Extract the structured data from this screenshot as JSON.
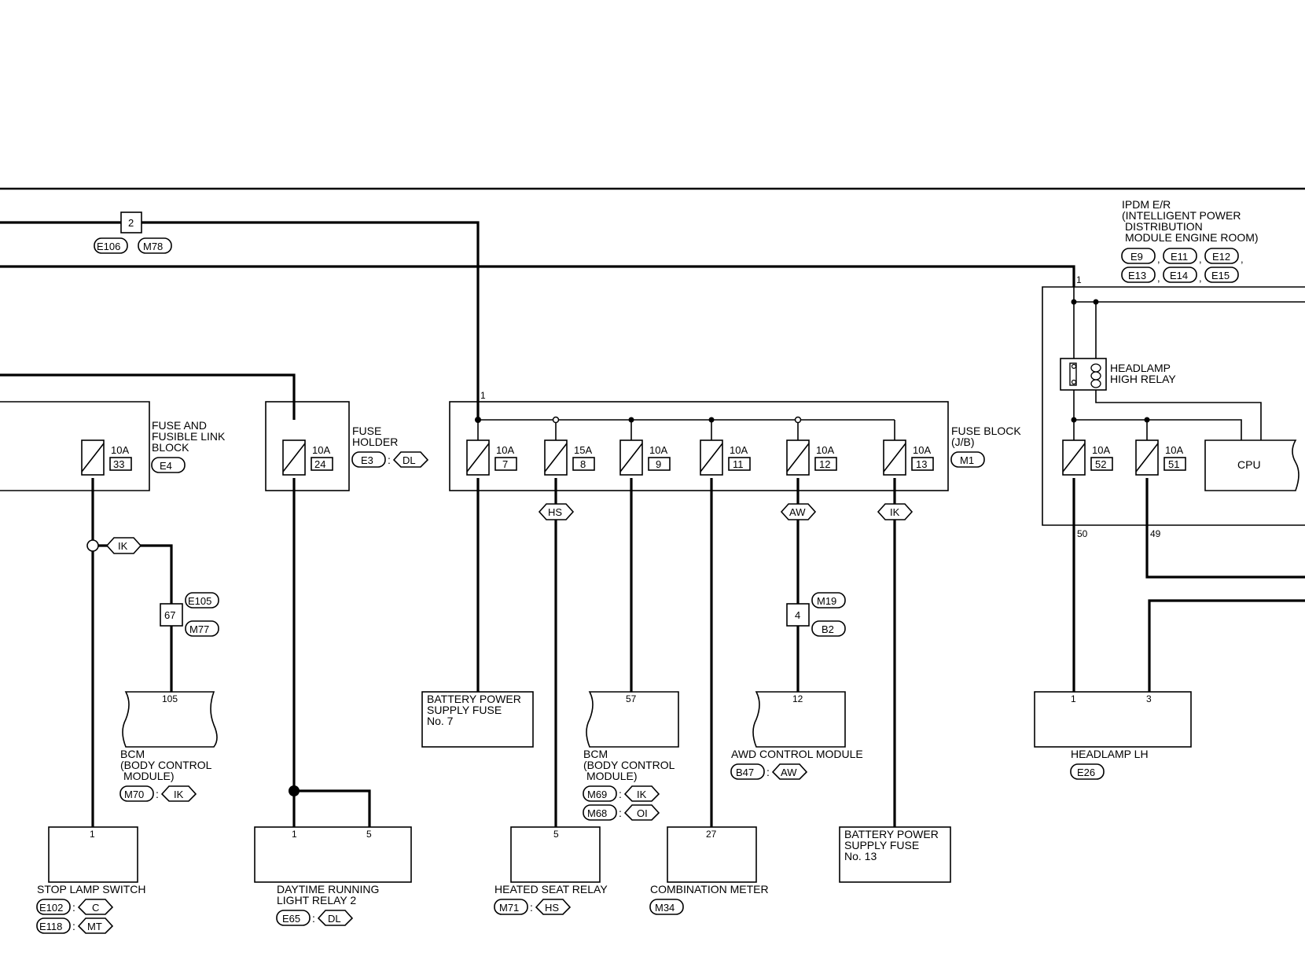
{
  "fuse_link_block": {
    "lines": [
      "FUSE AND",
      "FUSIBLE LINK",
      "BLOCK"
    ],
    "conn": "E4",
    "fuse_amp": "10A",
    "fuse_no": "33"
  },
  "fuse_holder": {
    "lines": [
      "FUSE",
      "HOLDER"
    ],
    "conn": "E3",
    "opt": "DL",
    "fuse_amp": "10A",
    "fuse_no": "24"
  },
  "fuse_block": {
    "lines": [
      "FUSE BLOCK",
      "(J/B)"
    ],
    "conn": "M1",
    "pin": "1",
    "fuses": [
      {
        "amp": "10A",
        "no": "7"
      },
      {
        "amp": "15A",
        "no": "8"
      },
      {
        "amp": "10A",
        "no": "9"
      },
      {
        "amp": "10A",
        "no": "11"
      },
      {
        "amp": "10A",
        "no": "12"
      },
      {
        "amp": "10A",
        "no": "13"
      }
    ]
  },
  "ipdm": {
    "lines": [
      "IPDM E/R",
      "(INTELLIGENT POWER",
      "DISTRIBUTION",
      "MODULE ENGINE ROOM)"
    ],
    "conns_row1": [
      "E9",
      "E11",
      "E12"
    ],
    "conns_row2": [
      "E13",
      "E14",
      "E15"
    ],
    "pin_in": "1",
    "relay_lines": [
      "HEADLAMP",
      "HIGH RELAY"
    ],
    "fuses": [
      {
        "amp": "10A",
        "no": "52"
      },
      {
        "amp": "10A",
        "no": "51"
      }
    ],
    "cpu": "CPU",
    "pin_out_a": "50",
    "pin_out_b": "49"
  },
  "connectors": {
    "top_join_no": "2",
    "top_join_a": "E106",
    "top_join_b": "M78",
    "ik_join_no": "67",
    "ik_join_a": "E105",
    "ik_join_b": "M77",
    "aw_join_no": "4",
    "aw_join_a": "M19",
    "aw_join_b": "B2"
  },
  "options": {
    "ik": "IK",
    "hs": "HS",
    "aw": "AW"
  },
  "components": {
    "bcm1": {
      "pin": "105",
      "lines": [
        "BCM",
        "(BODY CONTROL",
        "MODULE)"
      ],
      "conn": "M70",
      "opt": "IK"
    },
    "batt7": {
      "lines": [
        "BATTERY POWER",
        "SUPPLY FUSE",
        "No. 7"
      ]
    },
    "bcm2": {
      "pin": "57",
      "lines": [
        "BCM",
        "(BODY CONTROL",
        "MODULE)"
      ],
      "conn_a": "M69",
      "opt_a": "IK",
      "conn_b": "M68",
      "opt_b": "OI"
    },
    "awd": {
      "pin": "12",
      "label": "AWD CONTROL MODULE",
      "conn": "B47",
      "opt": "AW"
    },
    "headlamp": {
      "pin_a": "1",
      "pin_b": "3",
      "label": "HEADLAMP LH",
      "conn": "E26"
    },
    "stop_lamp": {
      "pin": "1",
      "label": "STOP LAMP SWITCH",
      "conn_a": "E102",
      "opt_a": "C",
      "conn_b": "E118",
      "opt_b": "MT"
    },
    "drl_relay": {
      "pin_a": "1",
      "pin_b": "5",
      "lines": [
        "DAYTIME RUNNING",
        "LIGHT RELAY 2"
      ],
      "conn": "E65",
      "opt": "DL"
    },
    "heated_seat": {
      "pin": "5",
      "label": "HEATED SEAT RELAY",
      "conn": "M71",
      "opt": "HS"
    },
    "combo_meter": {
      "pin": "27",
      "label": "COMBINATION METER",
      "conn": "M34"
    },
    "batt13": {
      "lines": [
        "BATTERY POWER",
        "SUPPLY FUSE",
        "No. 13"
      ]
    }
  }
}
